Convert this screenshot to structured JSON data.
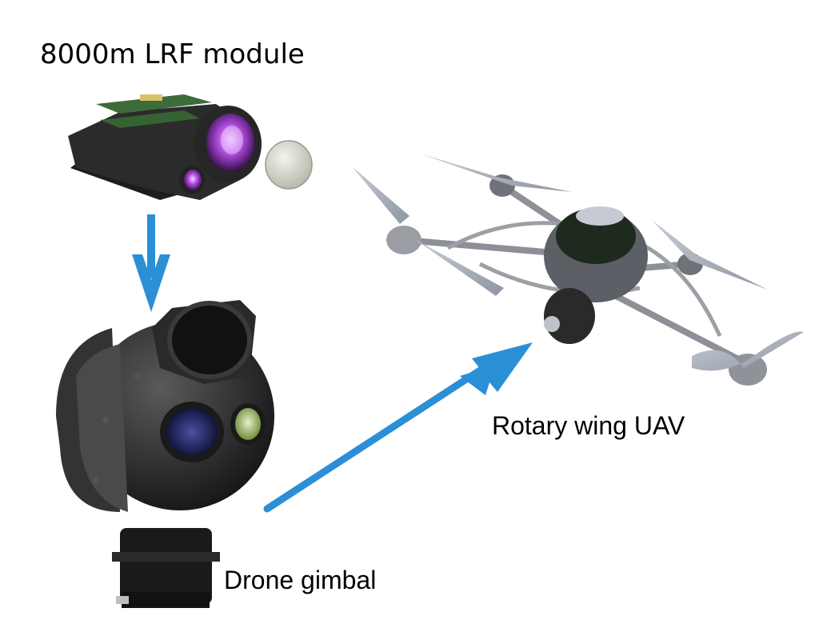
{
  "labels": {
    "lrf_module": "8000m LRF module",
    "drone_gimbal": "Drone gimbal",
    "rotary_wing_uav": "Rotary wing UAV"
  },
  "colors": {
    "arrow": "#2b8fd6",
    "device_dark": "#2a2a2a",
    "frame_gray": "#8d9096",
    "lens_purple": "#7d2ea8"
  },
  "icons": [
    "lrf-module-photo",
    "drone-gimbal-photo",
    "rotary-wing-uav-photo",
    "coin-photo",
    "arrow-down-icon",
    "arrow-diagonal-icon"
  ]
}
